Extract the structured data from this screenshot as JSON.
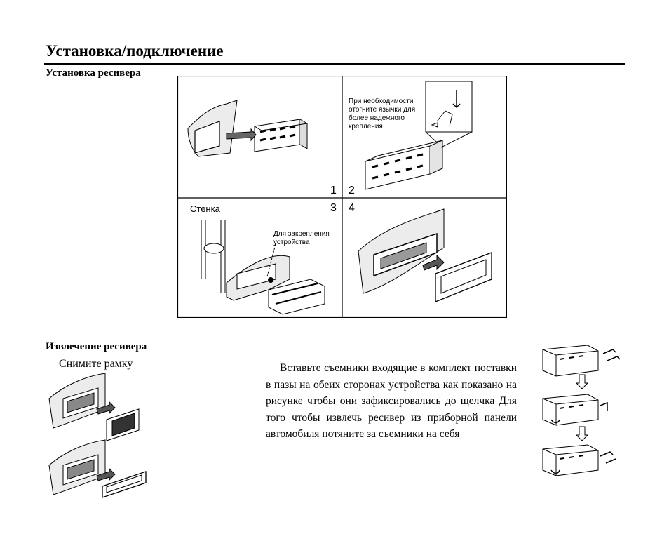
{
  "header": {
    "title": "Установка/подключение"
  },
  "installation": {
    "heading": "Установка ресивера",
    "panel_numbers": [
      "1",
      "2",
      "3",
      "4"
    ],
    "panel2_note_lines": [
      "При необходимости",
      "отогните язычки для",
      "более надежного",
      "крепления"
    ],
    "panel3_wall_label": "Стенка",
    "panel3_note_lines": [
      "Для закрепления",
      "устройства"
    ]
  },
  "removal": {
    "heading": "Извлечение ресивера",
    "subheading": "Снимите рамку",
    "instructions": "Вставьте съемники  входящие в комплект поставки в пазы на обеих сторонах устройства как показано на рисунке чтобы они зафиксировались до щелчка  Для того чтобы извлечь ресивер из приборной панели автомобиля  потяните за съемники на себя"
  }
}
